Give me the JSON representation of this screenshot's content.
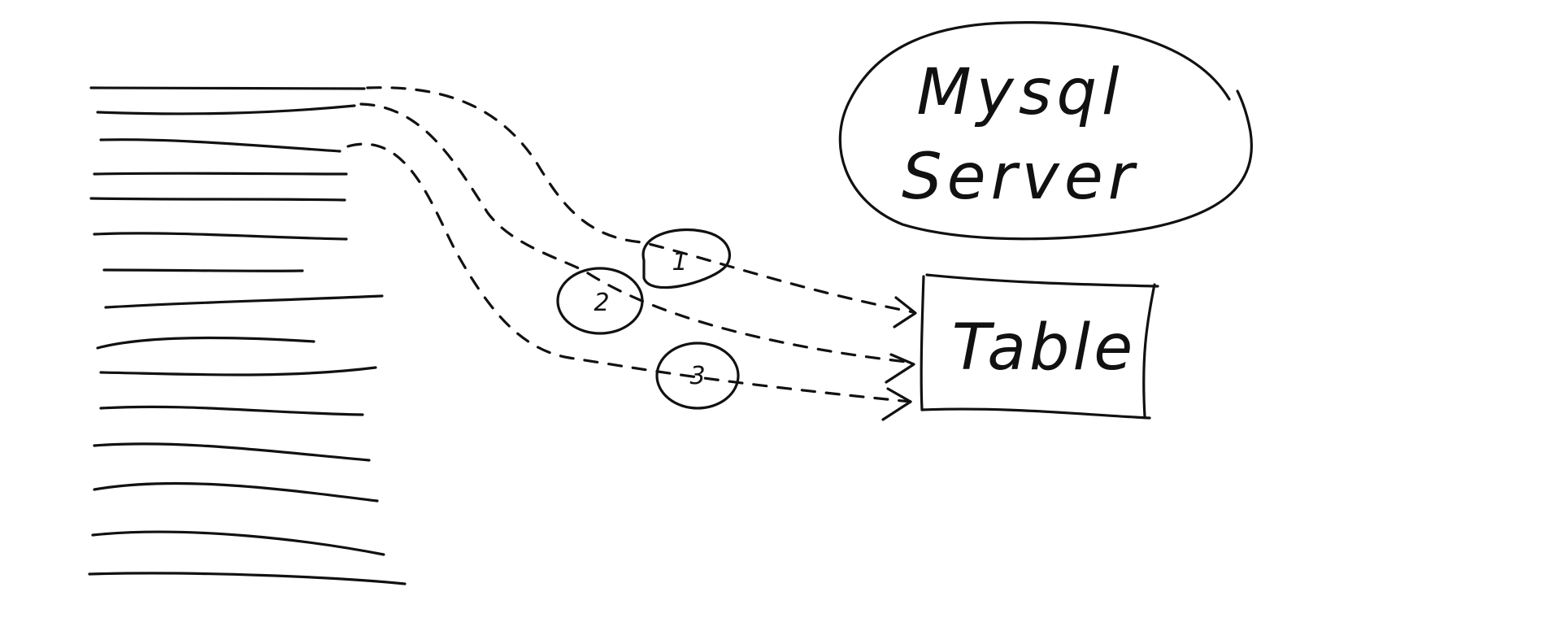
{
  "server": {
    "label_line1": "Mysql",
    "label_line2": "Server"
  },
  "table": {
    "label": "Table"
  },
  "steps": [
    {
      "label": "1"
    },
    {
      "label": "2"
    },
    {
      "label": "3"
    }
  ],
  "colors": {
    "ink": "#111111",
    "background": "#ffffff"
  }
}
